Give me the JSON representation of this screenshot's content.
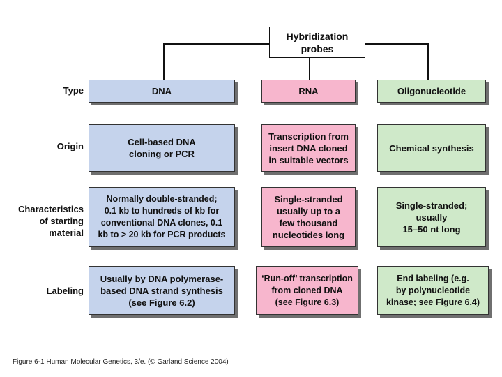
{
  "root": {
    "title": "Hybridization\nprobes"
  },
  "row_labels": {
    "type": "Type",
    "origin": "Origin",
    "characteristics": "Characteristics\nof starting\nmaterial",
    "labeling": "Labeling"
  },
  "columns": {
    "dna": {
      "type": "DNA",
      "origin": "Cell-based DNA\ncloning or PCR",
      "characteristics": "Normally double-stranded;\n0.1 kb to hundreds of kb for\nconventional DNA clones, 0.1\nkb to > 20 kb for PCR products",
      "labeling": "Usually by DNA polymerase-\nbased DNA strand synthesis\n(see Figure 6.2)"
    },
    "rna": {
      "type": "RNA",
      "origin": "Transcription from\ninsert DNA cloned\nin suitable vectors",
      "characteristics": "Single-stranded\nusually up to a\nfew thousand\nnucleotides long",
      "labeling": "‘Run-off’ transcription\nfrom cloned DNA\n(see Figure 6.3)"
    },
    "oligo": {
      "type": "Oligonucleotide",
      "origin": "Chemical synthesis",
      "characteristics": "Single-stranded;\nusually\n15–50 nt long",
      "labeling": "End labeling (e.g.\nby polynucleotide\nkinase; see Figure 6.4)"
    }
  },
  "caption": "Figure 6-1 Human Molecular Genetics, 3/e. (© Garland Science 2004)",
  "colors": {
    "dna": "#c5d3ec",
    "rna": "#f7b6cd",
    "oligo": "#cfe9c9"
  }
}
